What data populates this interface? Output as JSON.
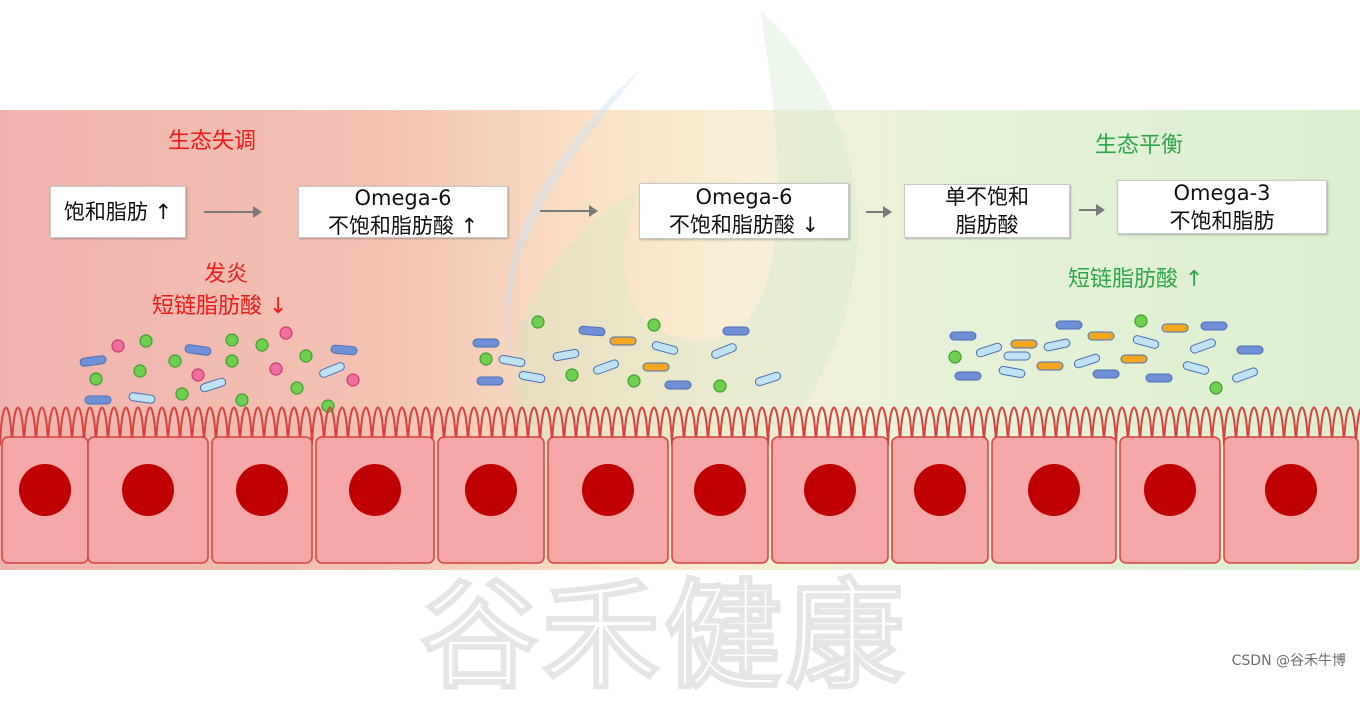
{
  "regions": {
    "left_title": "生态失调",
    "right_title": "生态平衡"
  },
  "flow": [
    {
      "lines": [
        "饱和脂肪 ↑"
      ]
    },
    {
      "lines": [
        "Omega-6",
        "不饱和脂肪酸 ↑"
      ]
    },
    {
      "lines": [
        "Omega-6",
        "不饱和脂肪酸 ↓"
      ]
    },
    {
      "lines": [
        "单不饱和",
        "脂肪酸"
      ]
    },
    {
      "lines": [
        "Omega-3",
        "不饱和脂肪"
      ]
    }
  ],
  "effects": {
    "left_line1": "发炎",
    "left_line2": "短链脂肪酸 ↓",
    "right": "短链脂肪酸 ↑"
  },
  "watermark": "谷禾健康",
  "credit": "CSDN @谷禾牛博",
  "colors": {
    "dysbiosis_bg": "#efb6b0",
    "balance_bg": "#dcefcf",
    "red_text": "#ee1b1b",
    "green_text": "#2ea84a",
    "cell_fill": "#f6a7a7",
    "cell_stroke": "#d9433f",
    "nucleus": "#c00000",
    "bacteria_blue": "#6f8fd6",
    "bacteria_light": "#bfe3f2",
    "bacteria_orange": "#f5a623",
    "bacteria_green": "#6fcf4f",
    "bacteria_pink": "#f06ea0"
  }
}
